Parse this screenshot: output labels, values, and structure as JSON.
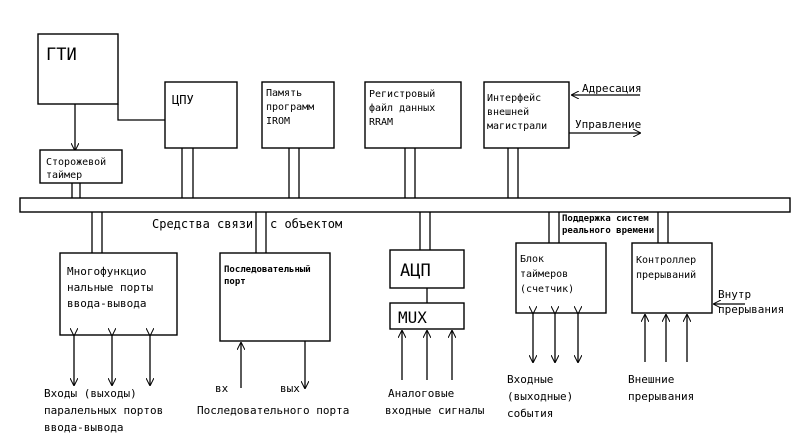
{
  "blocks": {
    "gti": "ГТИ",
    "cpu": "ЦПУ",
    "rom": [
      "Память",
      "программ",
      "IROM"
    ],
    "ram": [
      "Регистровый",
      "файл данных",
      "RRAM"
    ],
    "ext": [
      "Интерфейс",
      "внешней",
      "магистрали"
    ],
    "watchdog": [
      "Сторожевой",
      "таймер"
    ],
    "multi": [
      "Многофункцио",
      "нальные порты",
      "ввода-вывода"
    ],
    "serial": [
      "Последовательный",
      "порт"
    ],
    "adc": "АЦП",
    "mux": "MUX",
    "timers": [
      "Блок",
      "таймеров",
      "(счетчик)"
    ],
    "intctl": [
      "Контроллер",
      "прерываний"
    ]
  },
  "labels": {
    "addr": "Адресация",
    "ctrl": "Управление",
    "comm": "Средства связи",
    "comm2": "с объектом",
    "rtsupport": [
      "Поддержка систем",
      "реального времени"
    ],
    "intint": [
      "Внутр",
      "прерывания"
    ],
    "ports_io": [
      "Входы (выходы)",
      "паралельных портов",
      "ввода-вывода"
    ],
    "ser_in": "вх",
    "ser_out": "вых",
    "ser_port": "Последовательного порта",
    "analog": [
      "Аналоговые",
      "входные сигналы"
    ],
    "events": [
      "Входные",
      "(выходные)",
      "события"
    ],
    "extint": [
      "Внешние",
      "прерывания"
    ]
  }
}
